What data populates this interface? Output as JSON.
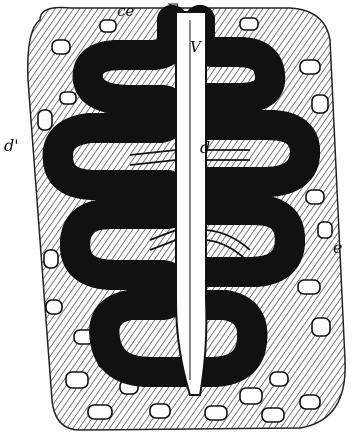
{
  "figure": {
    "labels": {
      "ce": "ce",
      "f": "F",
      "v": "V",
      "d_prime": "d'",
      "d": "d",
      "e": "e"
    },
    "colors": {
      "ink": "#111111",
      "paper": "#ffffff",
      "stroma": "#8a8a8a"
    }
  }
}
